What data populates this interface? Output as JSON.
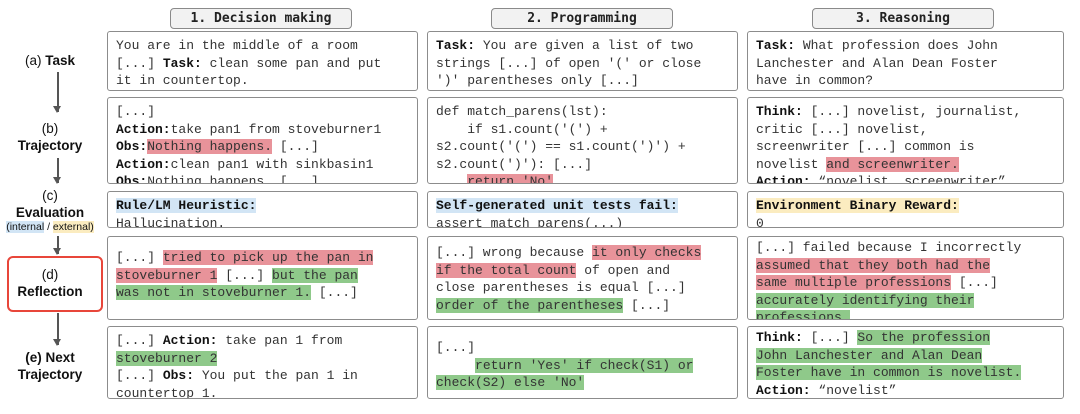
{
  "headers": [
    "1. Decision making",
    "2. Programming",
    "3. Reasoning"
  ],
  "row_labels": {
    "task": {
      "prefix": "(a)",
      "label": "Task"
    },
    "trajectory": {
      "prefix": "(b)",
      "label": "Trajectory"
    },
    "evaluation": {
      "prefix": "(c)",
      "label": "Evaluation",
      "sub_internal": "(internal",
      "sub_sep": " / ",
      "sub_external": "external)"
    },
    "reflection": {
      "prefix": "(d)",
      "label": "Reflection"
    },
    "next": {
      "prefix": "(e) Next",
      "label": "Trajectory"
    }
  },
  "decision": {
    "task": {
      "t1": "You are in the middle of a room\n[...] ",
      "k1": "Task:",
      "t2": " clean some pan and put\nit in countertop."
    },
    "trajectory": {
      "t1": "[...]\n",
      "k1": "Action:",
      "t2": "take pan1 from stoveburner1\n",
      "k2": "Obs:",
      "h1": "Nothing happens.",
      "t3": " [...]\n",
      "k3": "Action:",
      "t4": "clean pan1 with sinkbasin1\n",
      "k4": "Obs:",
      "t5": "Nothing happens. [...]"
    },
    "evaluation": {
      "title": "Rule/LM Heuristic:",
      "body": "Hallucination."
    },
    "reflection": {
      "t1": "[...] ",
      "h1": "tried to pick up the pan in\nstoveburner 1",
      "t2": " [...] ",
      "h2": "but the pan\nwas not in stoveburner 1.",
      "t3": " [...]"
    },
    "next": {
      "t1": "[...] ",
      "k1": "Action:",
      "t2": " take pan 1 from\n",
      "h1": "stoveburner 2",
      "t3": "\n[...] ",
      "k2": "Obs:",
      "t4": " You put the pan 1 in\ncountertop 1."
    }
  },
  "programming": {
    "task": {
      "k1": "Task:",
      "t1": " You are given a list of two\nstrings [...] of open '(' or close\n')' parentheses only [...]"
    },
    "trajectory": {
      "t1": "def match_parens(lst):\n    if s1.count('(') +\ns2.count('(') == s1.count(')') +\ns2.count(')'): [...]\n    ",
      "h1": "return 'No'"
    },
    "evaluation": {
      "title": "Self-generated unit tests fail:",
      "body": "assert match_parens(...)"
    },
    "reflection": {
      "t1": "[...] wrong because ",
      "h1": "it only checks\nif the total count",
      "t2": " of open and\nclose parentheses is equal [...]\n",
      "h2": "order of the parentheses",
      "t3": " [...]"
    },
    "next": {
      "t1": "[...]\n     ",
      "h1": "return 'Yes' if check(S1) or\ncheck(S2) else 'No'"
    }
  },
  "reasoning": {
    "task": {
      "k1": "Task:",
      "t1": " What profession does John\nLanchester and Alan Dean Foster\nhave in common?"
    },
    "trajectory": {
      "k1": "Think:",
      "t1": " [...] novelist, journalist,\ncritic [...] novelist,\nscreenwriter [...] common is\nnovelist ",
      "h1": "and screenwriter.",
      "t2": "\n",
      "k2": "Action:",
      "t3": " “novelist, screenwriter”"
    },
    "evaluation": {
      "title": "Environment Binary Reward:",
      "body": "0"
    },
    "reflection": {
      "t1": "[...] failed because I incorrectly\n",
      "h1": "assumed that they both had the\nsame multiple professions",
      "t2": " [...]\n",
      "h2": "accurately identifying their\nprofessions."
    },
    "next": {
      "k1": "Think:",
      "t1": " [...] ",
      "h1": "So the profession\nJohn Lanchester and Alan Dean\nFoster have in common is novelist.",
      "t2": "\n",
      "k2": "Action:",
      "t3": " “novelist”"
    }
  },
  "colors": {
    "failure": "#e8939a",
    "success": "#8fc98a",
    "internal": "#d2e5f5",
    "external": "#fbecc0",
    "reflection_outline": "#e8463a"
  }
}
